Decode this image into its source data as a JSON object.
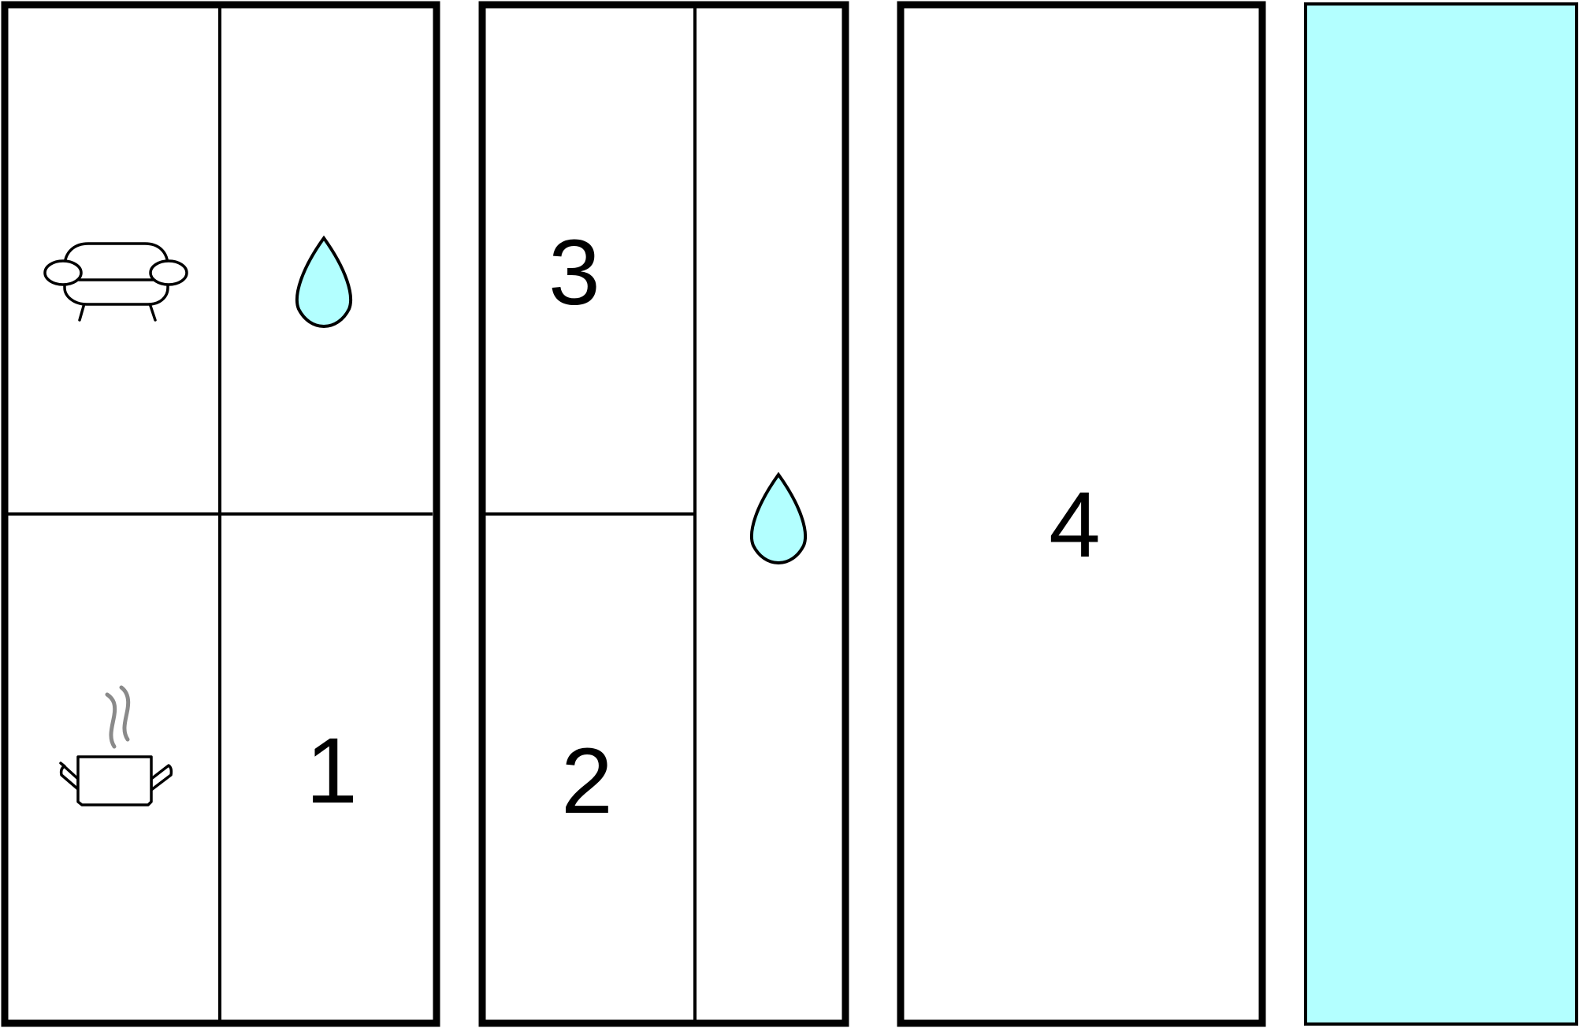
{
  "colors": {
    "water": "#b3ffff",
    "line": "#000000",
    "background": "#ffffff",
    "steam": "#8a8a8a"
  },
  "panels": [
    {
      "id": "panel-1",
      "cells": [
        {
          "id": "top-left",
          "icon": "armchair-icon"
        },
        {
          "id": "top-right",
          "icon": "water-drop-icon"
        },
        {
          "id": "bottom-left",
          "icon": "cooking-pot-icon"
        },
        {
          "id": "bottom-right",
          "label": "1"
        }
      ]
    },
    {
      "id": "panel-2",
      "cells": [
        {
          "id": "top-left",
          "label": "3"
        },
        {
          "id": "bottom-left",
          "label": "2"
        },
        {
          "id": "right",
          "icon": "water-drop-icon"
        }
      ]
    },
    {
      "id": "panel-3",
      "cells": [
        {
          "id": "full",
          "label": "4"
        }
      ]
    },
    {
      "id": "panel-4",
      "fill": "water"
    }
  ]
}
